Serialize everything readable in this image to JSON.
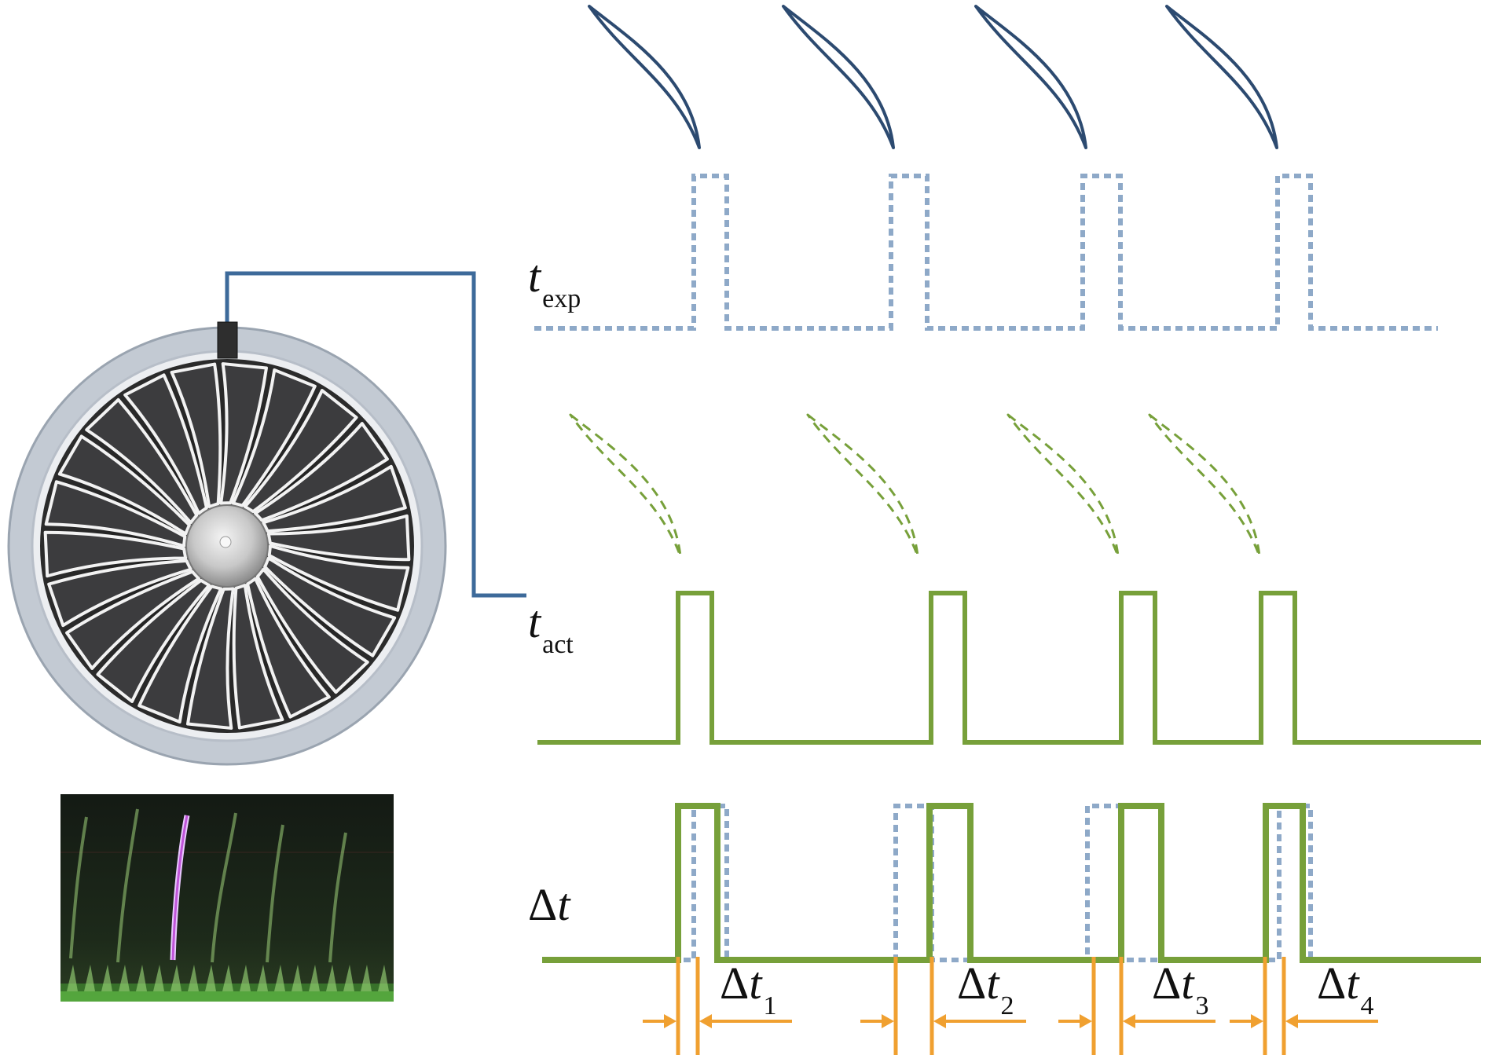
{
  "labels": {
    "t_exp": {
      "symbol": "t",
      "subscript": "exp"
    },
    "t_act": {
      "symbol": "t",
      "subscript": "act"
    },
    "delta_t": {
      "delta": "Δ",
      "symbol": "t"
    },
    "delta_t1": {
      "delta": "Δ",
      "symbol": "t",
      "subscript": "1"
    },
    "delta_t2": {
      "delta": "Δ",
      "symbol": "t",
      "subscript": "2"
    },
    "delta_t3": {
      "delta": "Δ",
      "symbol": "t",
      "subscript": "3"
    },
    "delta_t4": {
      "delta": "Δ",
      "symbol": "t",
      "subscript": "4"
    }
  },
  "colors": {
    "expected_signal": "#8ea9c8",
    "actual_signal": "#77a03a",
    "blade_outline": "#2c4a70",
    "probe_wire": "#3d6a9a",
    "delta_marker": "#f0a030",
    "casing_ring": "#c3cad3",
    "fan_blade": "#3c3c3e"
  },
  "components": {
    "fan_image": "turbofan-front-view",
    "probe": "casing-mounted-probe",
    "photo_inset": "blade-tip-photo"
  }
}
